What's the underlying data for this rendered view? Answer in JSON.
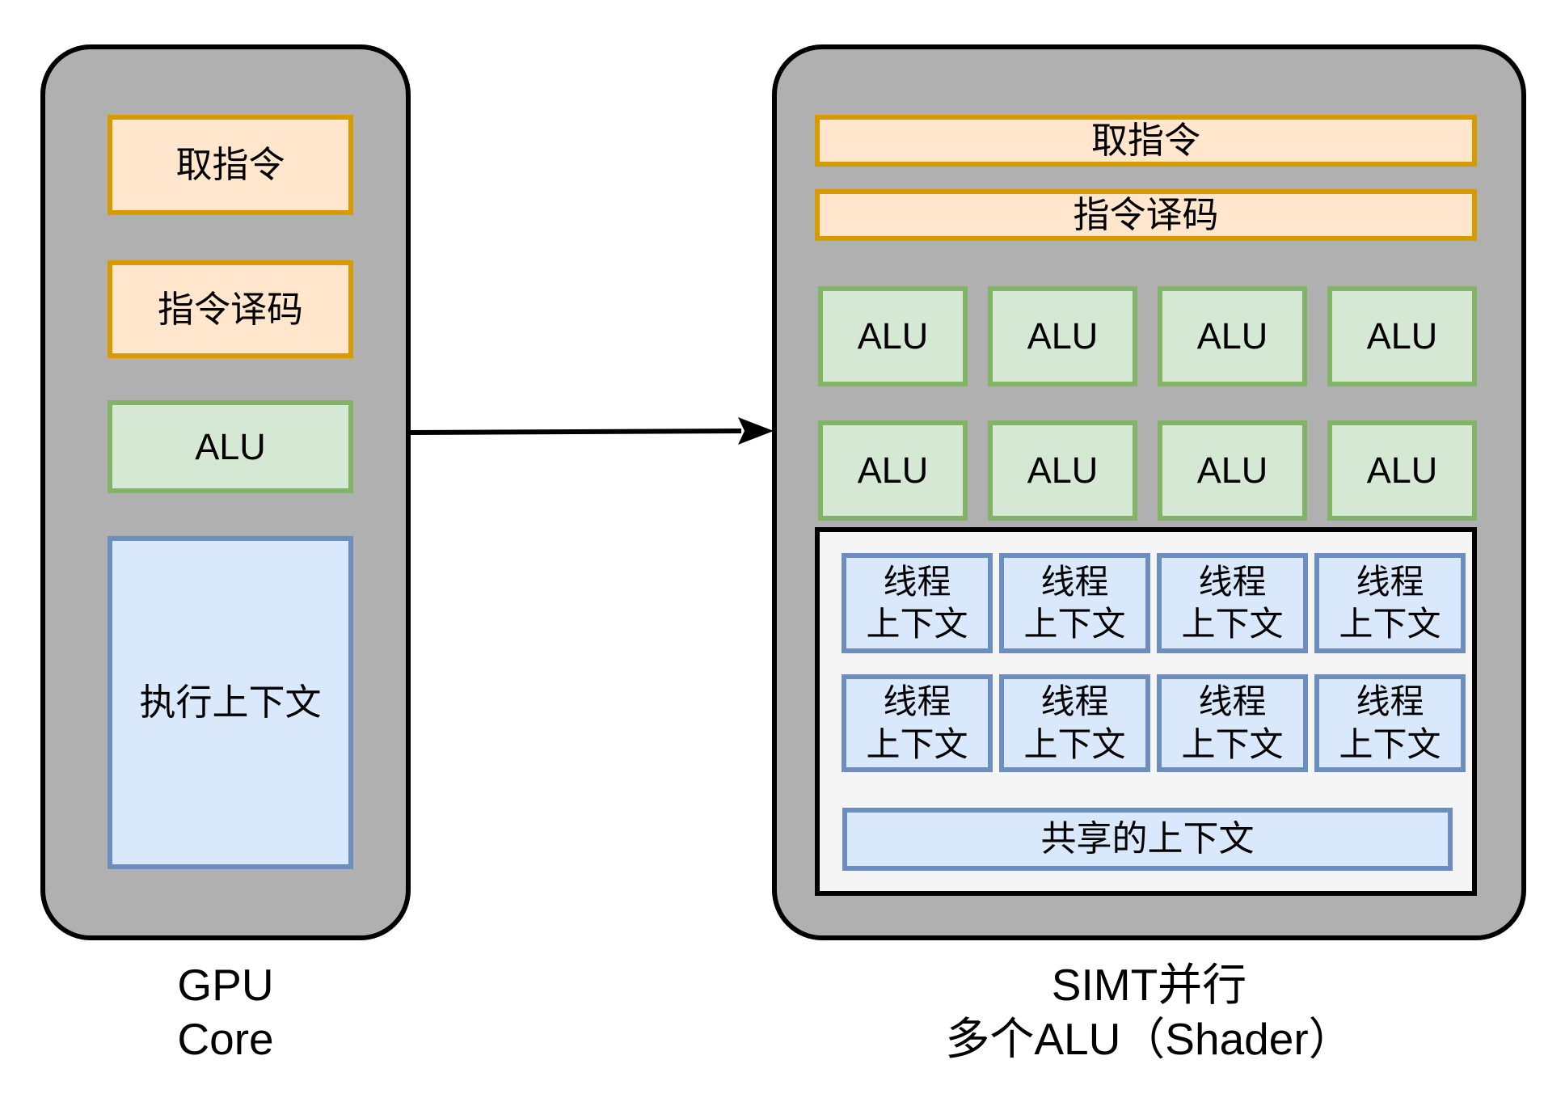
{
  "colors": {
    "panel_fill": "#b0b0b0",
    "panel_stroke": "#000000",
    "orange_fill": "#ffe6cc",
    "orange_stroke": "#d79b00",
    "green_fill": "#d5e8d4",
    "green_stroke": "#82b366",
    "blue_fill": "#dae8fc",
    "blue_stroke": "#6c8ebf",
    "context_fill": "#f5f5f5",
    "context_stroke": "#000000",
    "arrow_color": "#000000"
  },
  "left_panel": {
    "caption": [
      "GPU",
      "Core"
    ],
    "fetch_label": "取指令",
    "decode_label": "指令译码",
    "alu_label": "ALU",
    "exec_context_label": "执行上下文"
  },
  "right_panel": {
    "caption": [
      "SIMT并行",
      "多个ALU（Shader）"
    ],
    "fetch_label": "取指令",
    "decode_label": "指令译码",
    "alu_labels": [
      "ALU",
      "ALU",
      "ALU",
      "ALU",
      "ALU",
      "ALU",
      "ALU",
      "ALU"
    ],
    "thread_contexts": [
      {
        "line1": "线程",
        "line2": "上下文"
      },
      {
        "line1": "线程",
        "line2": "上下文"
      },
      {
        "line1": "线程",
        "line2": "上下文"
      },
      {
        "line1": "线程",
        "line2": "上下文"
      },
      {
        "line1": "线程",
        "line2": "上下文"
      },
      {
        "line1": "线程",
        "line2": "上下文"
      },
      {
        "line1": "线程",
        "line2": "上下文"
      },
      {
        "line1": "线程",
        "line2": "上下文"
      }
    ],
    "shared_context_label": "共享的上下文"
  }
}
